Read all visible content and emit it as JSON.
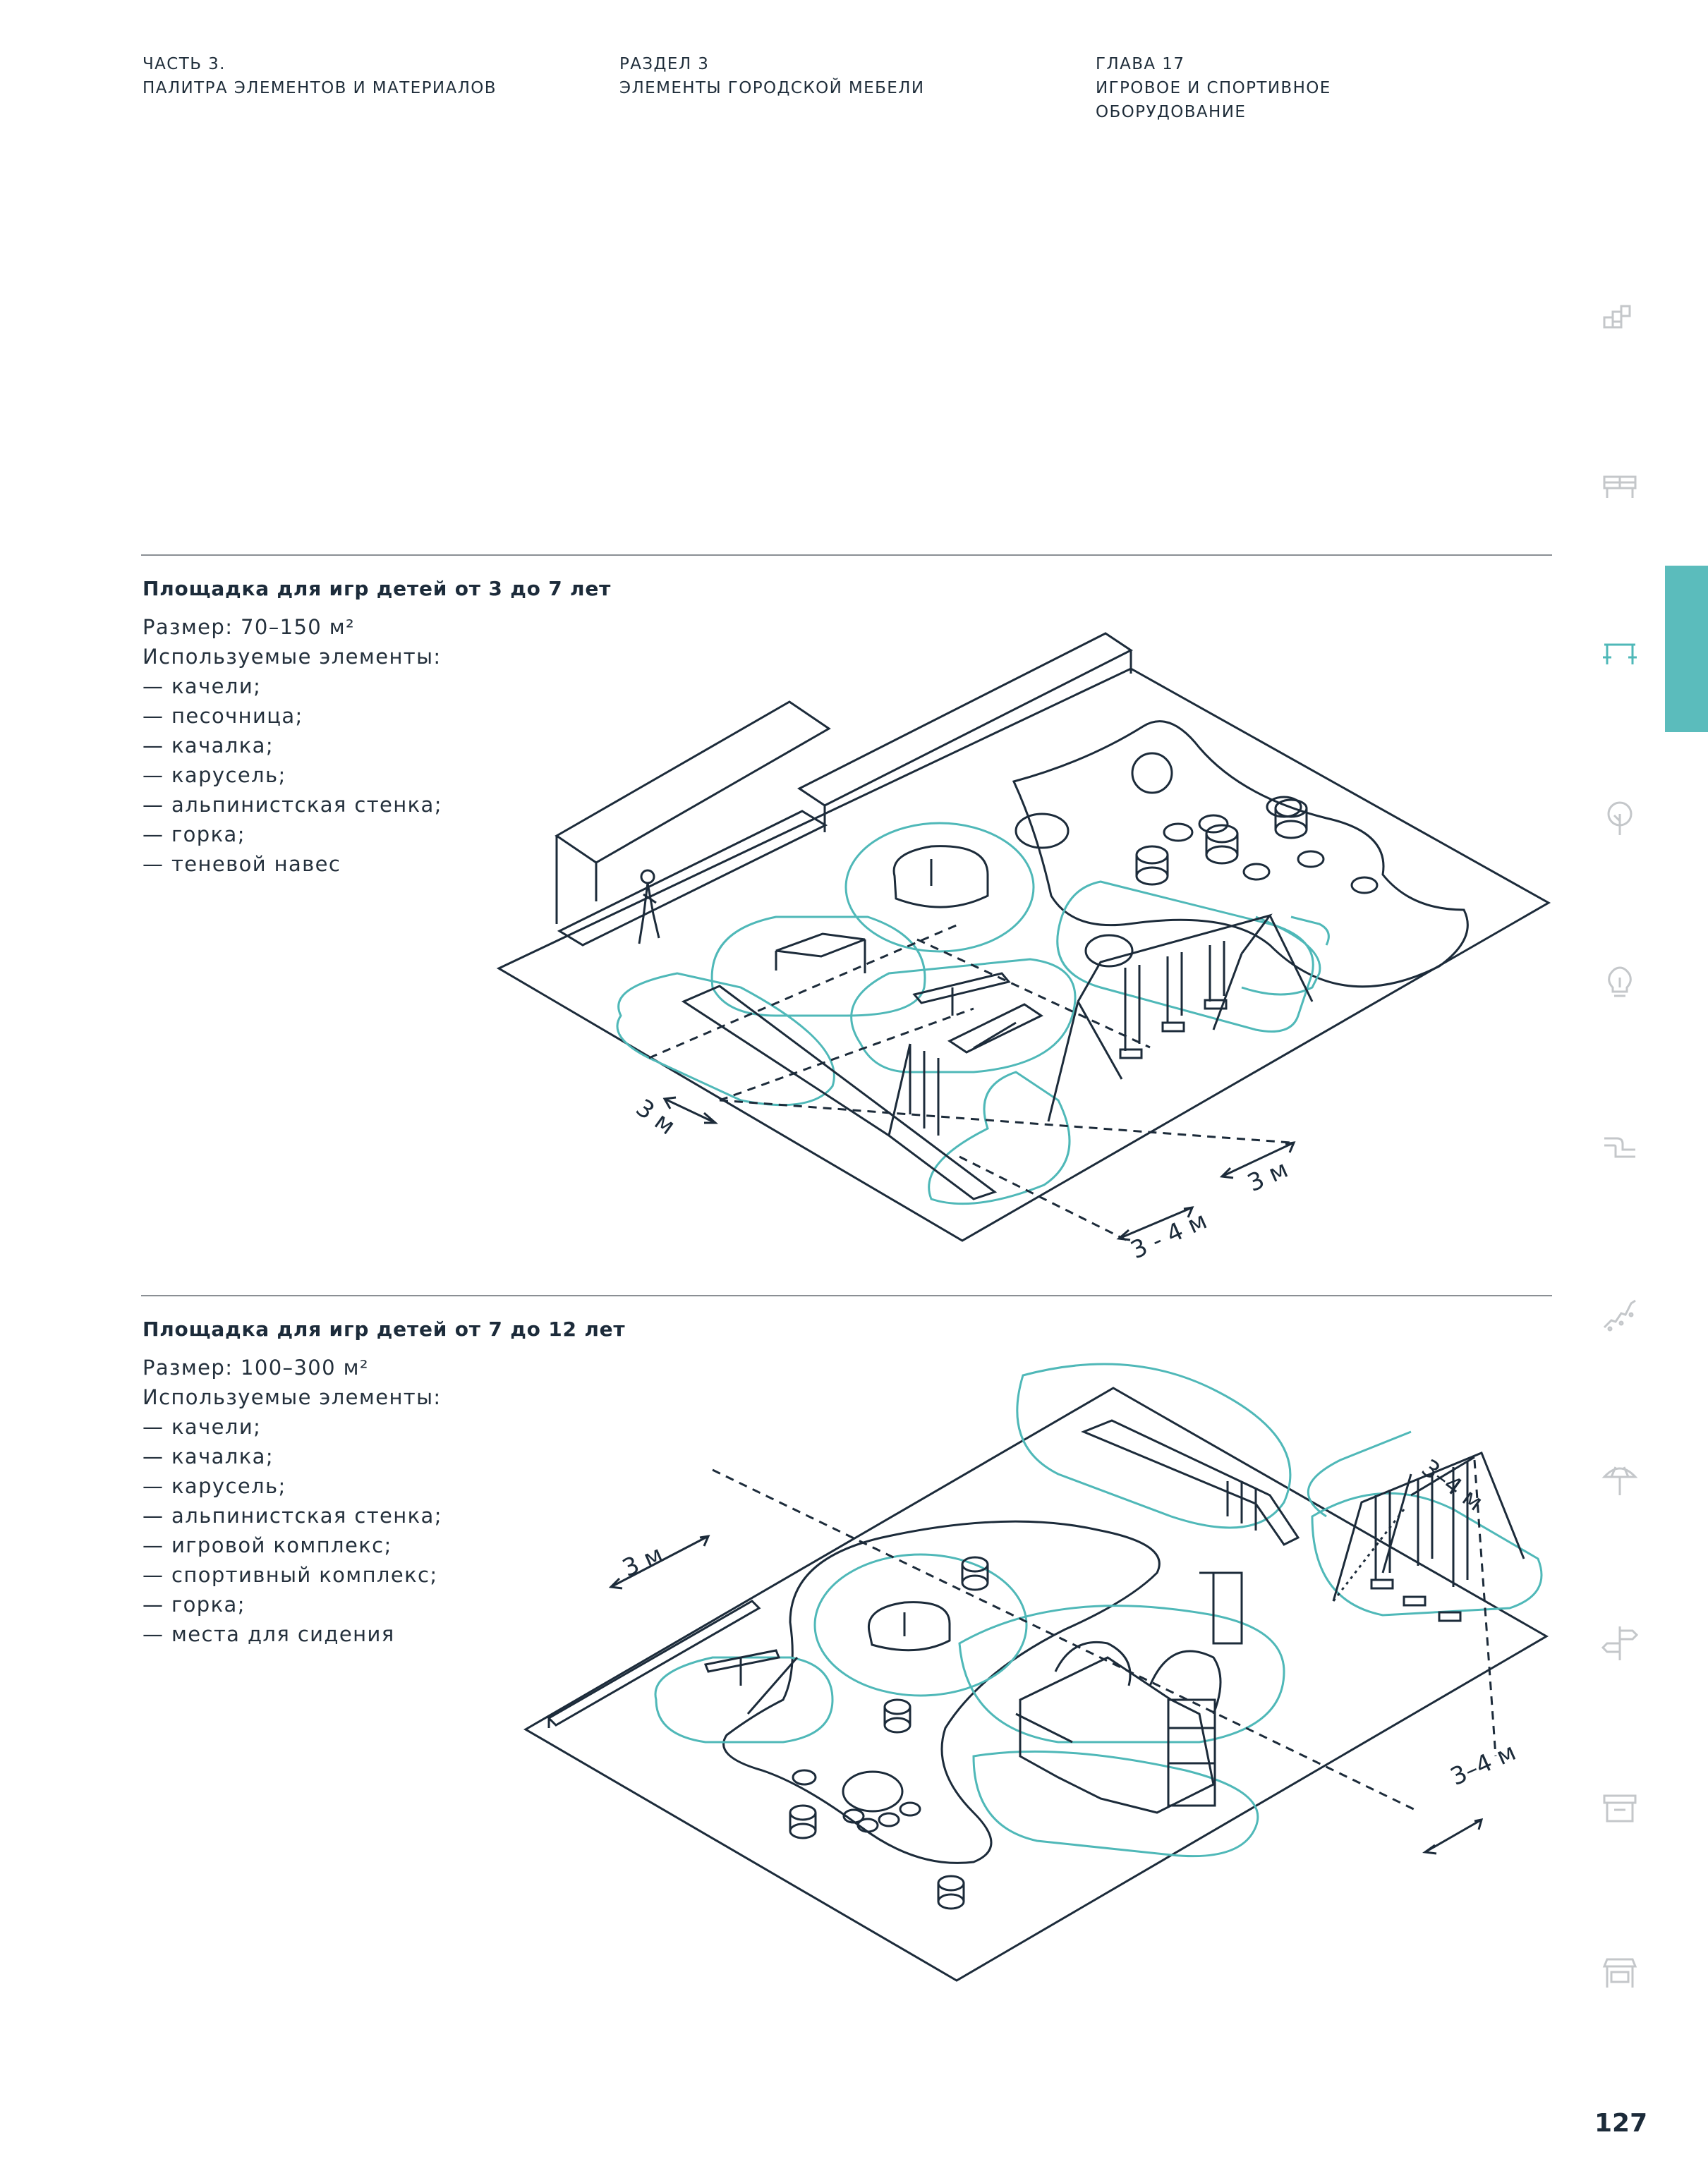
{
  "header": {
    "part": "ЧАСТЬ 3.\nПАЛИТРА ЭЛЕМЕНТОВ И МАТЕРИАЛОВ",
    "section": "РАЗДЕЛ 3\nЭЛЕМЕНТЫ ГОРОДСКОЙ МЕБЕЛИ",
    "chapter": "ГЛАВА 17\nИГРОВОЕ И СПОРТИВНОЕ\nОБОРУДОВАНИЕ"
  },
  "section1": {
    "title": "Площадка для игр детей от 3 до 7 лет",
    "size": "Размер: 70–150 м²",
    "elements_label": "Используемые элементы:",
    "items": [
      "— качели;",
      "— песочница;",
      "— качалка;",
      "— карусель;",
      "— альпинистская стенка;",
      "— горка;",
      "— теневой навес"
    ],
    "dims": [
      "3 м",
      "3 м",
      "3 - 4 м"
    ]
  },
  "section2": {
    "title": "Площадка для игр детей от 7 до 12 лет",
    "size": "Размер: 100–300 м²",
    "elements_label": "Используемые элементы:",
    "items": [
      "— качели;",
      "— качалка;",
      "— карусель;",
      "— альпинистская стенка;",
      "— игровой комплекс;",
      "— спортивный комплекс;",
      "— горка;",
      "— места для сидения"
    ],
    "dims": [
      "3 м",
      "3–4 м",
      "3–4 м"
    ]
  },
  "sidebar": {
    "icons": [
      "blocks-icon",
      "bench-icon",
      "table-icon",
      "tree-icon",
      "lightbulb-icon",
      "pipe-icon",
      "steps-icon",
      "umbrella-icon",
      "signpost-icon",
      "kiosk-icon",
      "stall-icon"
    ],
    "active_index": 2
  },
  "page_number": "127",
  "colors": {
    "ink": "#1c2b3a",
    "accent": "#4fb8b8",
    "tab": "#5bbcbc",
    "icon": "#c4c7ca"
  }
}
